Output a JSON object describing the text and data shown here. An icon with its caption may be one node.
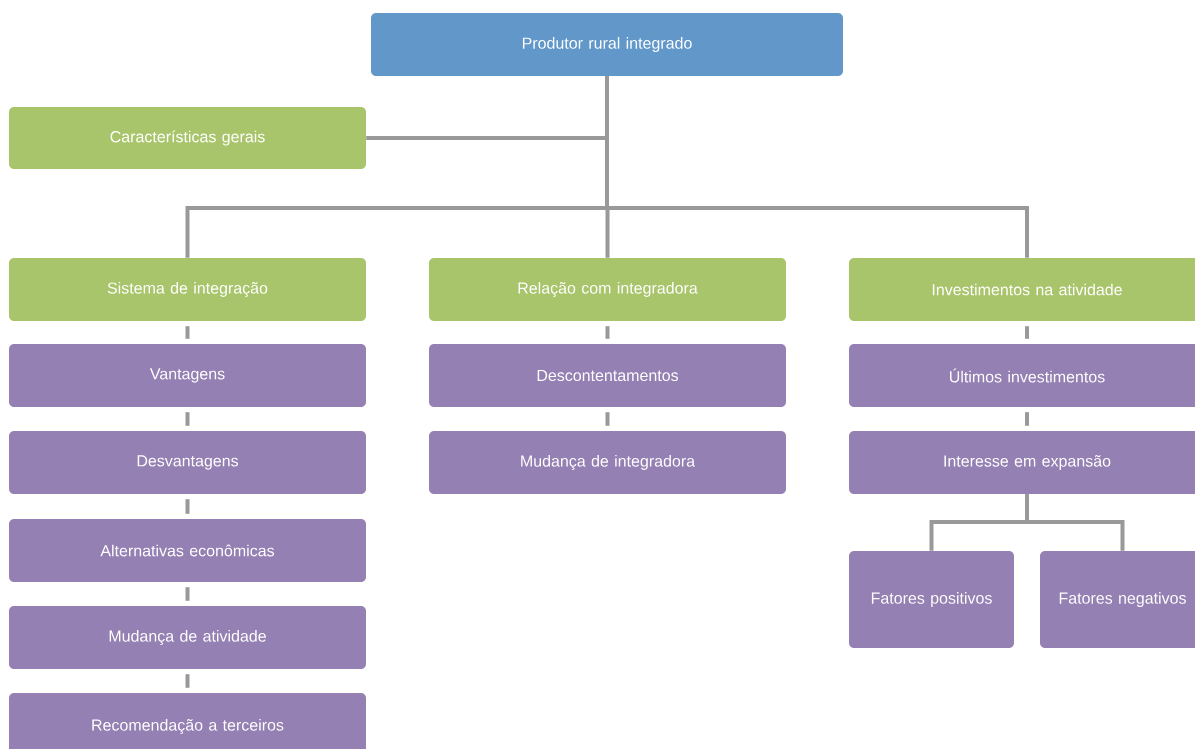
{
  "diagram": {
    "nodes": [
      {
        "text": [
          "Produtor rural integrado"
        ]
      },
      {
        "text": [
          "Características gerais"
        ]
      },
      {
        "text": [
          "Sistema de integração"
        ]
      },
      {
        "text": [
          "Relação com integradora"
        ]
      },
      {
        "text": [
          "Investimentos na atividade"
        ]
      },
      {
        "text": [
          "Vantagens"
        ]
      },
      {
        "text": [
          "Desvantagens"
        ]
      },
      {
        "text": [
          "Alternativas econômicas"
        ]
      },
      {
        "text": [
          "Mudança de atividade"
        ]
      },
      {
        "text": [
          "Recomendação a terceiros"
        ]
      },
      {
        "text": [
          "Descontentamentos"
        ]
      },
      {
        "text": [
          "Mudança de integradora"
        ]
      },
      {
        "text": [
          "Últimos  investimentos"
        ]
      },
      {
        "text": [
          "Interesse em expansão"
        ]
      },
      {
        "text": [
          "Fatores positivos"
        ]
      },
      {
        "text": [
          "Fatores negativos"
        ]
      }
    ],
    "edges": [
      {
        "from": 0,
        "to": 1,
        "arrow": "none"
      },
      {
        "from": 0,
        "to": 2,
        "arrow": "none"
      },
      {
        "from": 0,
        "to": 3,
        "arrow": "none"
      },
      {
        "from": 0,
        "to": 4,
        "arrow": "none"
      },
      {
        "from": 2,
        "to": 5,
        "arrow": "none"
      },
      {
        "from": 5,
        "to": 6,
        "arrow": "none"
      },
      {
        "from": 6,
        "to": 7,
        "arrow": "none"
      },
      {
        "from": 7,
        "to": 8,
        "arrow": "none"
      },
      {
        "from": 8,
        "to": 9,
        "arrow": "none"
      },
      {
        "from": 3,
        "to": 10,
        "arrow": "none"
      },
      {
        "from": 10,
        "to": 11,
        "arrow": "none"
      },
      {
        "from": 4,
        "to": 12,
        "arrow": "none"
      },
      {
        "from": 12,
        "to": 13,
        "arrow": "none"
      },
      {
        "from": 13,
        "to": 14,
        "arrow": "none"
      },
      {
        "from": 13,
        "to": 15,
        "arrow": "none"
      }
    ]
  }
}
